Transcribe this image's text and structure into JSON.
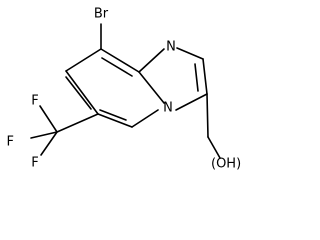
{
  "molecule": {
    "atoms": {
      "bromine": "Br",
      "imidazole_nitrogen": "N",
      "bridgehead_nitrogen": "N",
      "fluorine_1": "F",
      "fluorine_2": "F",
      "fluorine_3": "F",
      "hydroxyl": "(OH)"
    }
  },
  "colors": {
    "bond": "#000000",
    "label": "#000000",
    "background": "#ffffff"
  }
}
